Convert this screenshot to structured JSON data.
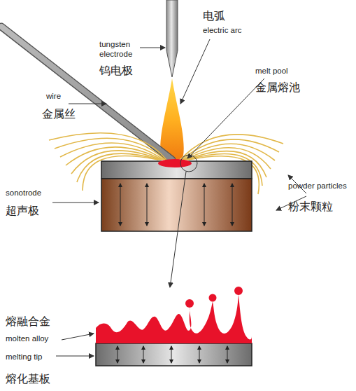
{
  "diagram": {
    "labels": [
      "tungsten electrode",
      "钨电极",
      "电弧",
      "electric arc",
      "melt pool",
      "金属熔池",
      "wire",
      "金属丝",
      "sonotrode",
      "超声极",
      "powder particles",
      "粉末颗粒",
      "熔融合金",
      "molten alloy",
      "melting tip",
      "熔化基板"
    ]
  }
}
